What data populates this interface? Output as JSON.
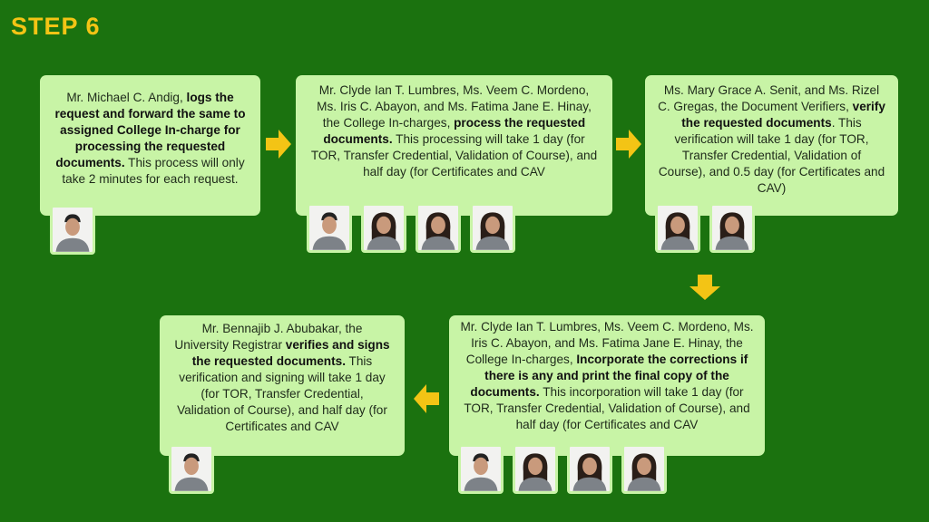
{
  "title": "STEP 6",
  "steps": [
    {
      "pre": "Mr. Michael C. Andig, ",
      "bold": "logs the request and forward the same to assigned College In-charge for processing the requested documents.",
      "post": " This process will only take 2 minutes for each request."
    },
    {
      "pre": "Mr. Clyde Ian T. Lumbres, Ms. Veem C. Mordeno, Ms. Iris C. Abayon, and Ms. Fatima Jane E. Hinay, the College In-charges, ",
      "bold": "process the requested documents.",
      "post": "  This processing will take 1 day (for TOR, Transfer Credential, Validation of Course), and half day (for Certificates and CAV"
    },
    {
      "pre": "Ms. Mary Grace A. Senit, and Ms. Rizel C. Gregas, the Document Verifiers, ",
      "bold": "verify the requested documents",
      "post": ". This verification will take 1 day (for TOR, Transfer Credential, Validation of Course), and 0.5 day (for Certificates and CAV)"
    },
    {
      "pre": "Mr. Clyde Ian T. Lumbres, Ms. Veem C. Mordeno, Ms. Iris C. Abayon, and Ms. Fatima Jane E. Hinay, the College In-charges, ",
      "bold": "Incorporate the corrections if there is any and print the final copy of the documents.",
      "post": "  This incorporation will take 1 day (for TOR, Transfer Credential, Validation of Course), and half day (for Certificates and CAV"
    },
    {
      "pre": "Mr. Bennajib J. Abubakar, the University Registrar ",
      "bold": "verifies and signs the requested documents.",
      "post": " This verification and signing will take 1 day (for TOR, Transfer Credential, Validation of Course), and half day (for Certificates and CAV"
    }
  ],
  "colors": {
    "background": "#1b720f",
    "box": "#c8f4a6",
    "accent": "#f3c415"
  }
}
